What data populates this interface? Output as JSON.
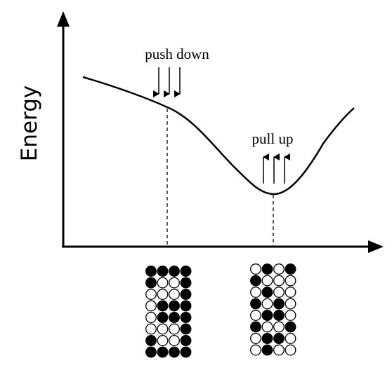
{
  "axis": {
    "ylabel": "Energy"
  },
  "annotations": {
    "push_label": "push down",
    "pull_label": "pull up"
  },
  "patterns": {
    "left": [
      [
        1,
        1,
        1,
        1
      ],
      [
        1,
        0,
        0,
        1
      ],
      [
        0,
        0,
        0,
        1
      ],
      [
        0,
        1,
        1,
        1
      ],
      [
        0,
        1,
        1,
        1
      ],
      [
        0,
        0,
        0,
        1
      ],
      [
        1,
        0,
        0,
        1
      ],
      [
        1,
        1,
        1,
        1
      ]
    ],
    "right": [
      [
        0,
        1,
        0,
        1
      ],
      [
        1,
        0,
        0,
        0
      ],
      [
        0,
        1,
        0,
        0
      ],
      [
        1,
        0,
        1,
        0
      ],
      [
        0,
        1,
        1,
        0
      ],
      [
        1,
        0,
        0,
        1
      ],
      [
        0,
        1,
        1,
        0
      ],
      [
        0,
        1,
        0,
        0
      ]
    ]
  }
}
